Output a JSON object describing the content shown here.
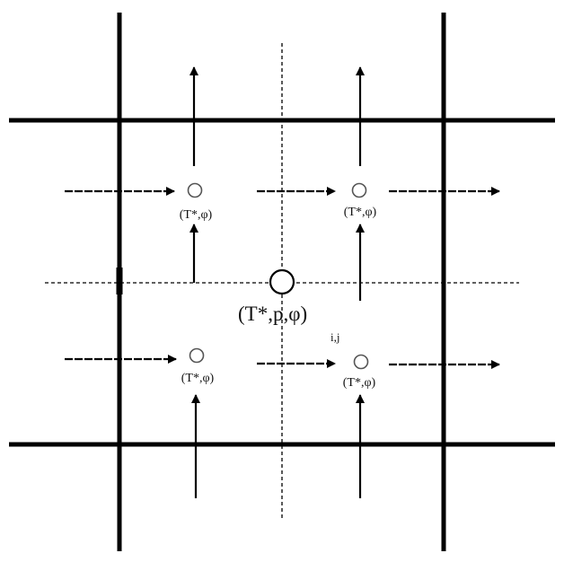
{
  "diagram": {
    "node_labels": {
      "top_left": "(T*,φ)",
      "top_right": "(T*,φ)",
      "bottom_left": "(T*,φ)",
      "bottom_right": "(T*,φ)"
    },
    "center_label": "(T*,p,φ)",
    "center_subscript": "i,j",
    "colors": {
      "lines": "#000000",
      "node_outline": "#555555",
      "background": "#ffffff"
    }
  }
}
